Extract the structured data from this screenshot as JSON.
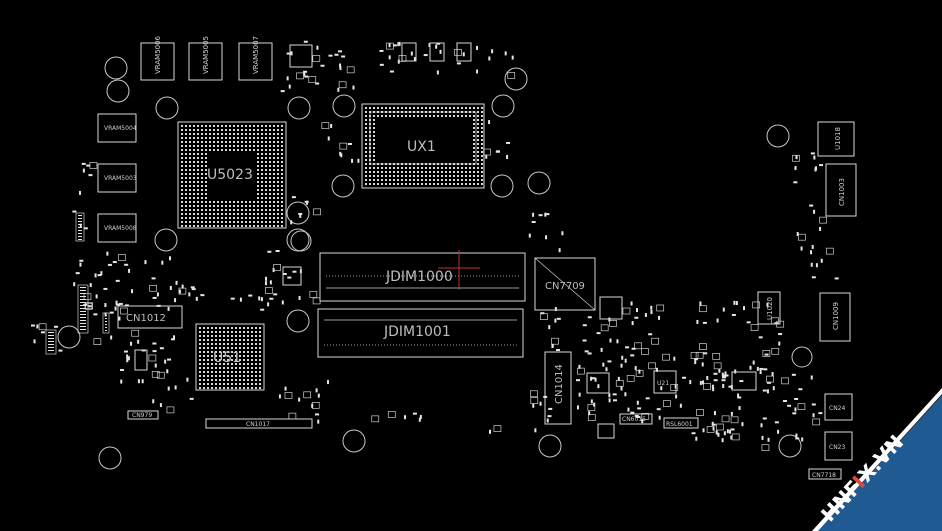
{
  "board": {
    "labels": {
      "cpu": "UX1",
      "gpu": "U5023",
      "pch": "U51",
      "dimm_top": "JDIM1000",
      "dimm_bottom": "JDIM1001",
      "cn1012": "CN1012",
      "cn1014": "CN1014",
      "cn7709": "CN7709",
      "cn1017": "CN1017",
      "cn1009": "CN1009",
      "cn24": "CN24",
      "cn23": "CN23",
      "cn7718": "CN7718",
      "u21": "U21",
      "u1020": "U1020",
      "cn1003": "CN1003",
      "u1018": "U1018",
      "cn6015": "CN6015",
      "rsl6001": "RSL6001",
      "cn979": "CN979",
      "vram_top": [
        "VRAM5006",
        "VRAM5005",
        "VRAM5007"
      ],
      "vram_left": [
        "VRAM5004",
        "VRAM5003",
        "VRAM5008"
      ]
    }
  },
  "watermark": {
    "text_left": "HNF",
    "text_x": "I",
    "text_right": "X.VN",
    "band_color": "#1f5a92",
    "accent_color": "#e2473b"
  }
}
